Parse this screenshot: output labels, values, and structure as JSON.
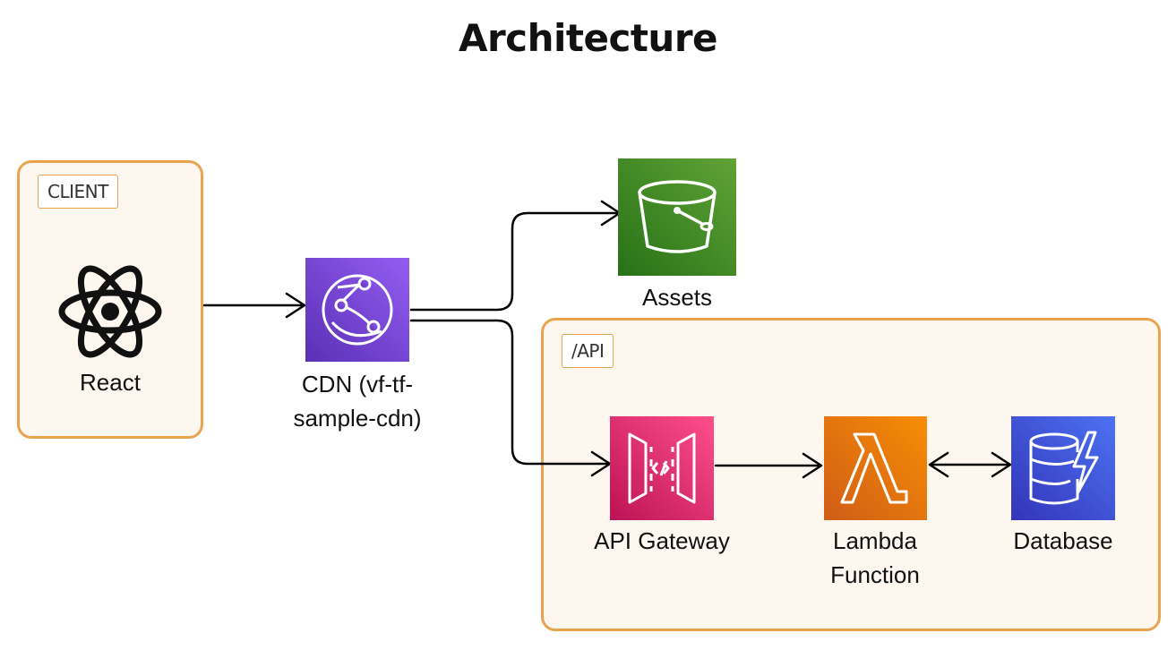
{
  "title": "Architecture",
  "groups": {
    "client": {
      "label": "CLIENT"
    },
    "api": {
      "label": "/API"
    }
  },
  "nodes": {
    "react": {
      "label": "React",
      "icon": "react-icon"
    },
    "cdn": {
      "label_line1": "CDN (vf-tf-",
      "label_line2": "sample-cdn)",
      "icon": "cloudfront-icon",
      "color_top": "#945DF2",
      "color_bottom": "#5A30B5"
    },
    "assets": {
      "label": "Assets",
      "icon": "s3-bucket-icon",
      "color_top": "#60A337",
      "color_bottom": "#277116"
    },
    "api_gateway": {
      "label": "API Gateway",
      "icon": "api-gateway-icon",
      "color_top": "#FF4F8B",
      "color_bottom": "#BC1356"
    },
    "lambda": {
      "label_line1": "Lambda",
      "label_line2": "Function",
      "icon": "lambda-icon",
      "color_top": "#F78E04",
      "color_bottom": "#D05C17"
    },
    "database": {
      "label": "Database",
      "icon": "dynamodb-icon",
      "color_top": "#4D72F3",
      "color_bottom": "#3334B9"
    }
  },
  "colors": {
    "group_border": "#e9a44f",
    "group_fill": "#fdf7f0",
    "edge": "#000000"
  }
}
